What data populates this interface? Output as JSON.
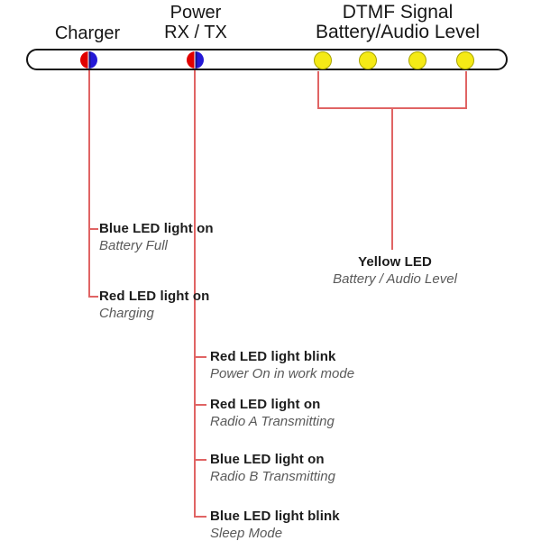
{
  "colors": {
    "line": "#e06464",
    "led_red": "#e00000",
    "led_blue": "#2418d6",
    "led_blue_dark": "#161288",
    "led_yellow": "#f5ea16",
    "led_yellow_border": "#a8a400",
    "bar_border": "#141414",
    "subtitle_text": "#5a5a5a"
  },
  "headers": {
    "charger": "Charger",
    "power": [
      "Power",
      "RX / TX"
    ],
    "dtmf": [
      "DTMF Signal",
      "Battery/Audio Level"
    ]
  },
  "leds": {
    "bicolor": [
      "charger-led",
      "power-rx-tx-led"
    ],
    "yellow_count": 4
  },
  "annotations": {
    "charger": [
      {
        "title": "Blue LED light on",
        "subtitle": "Battery Full"
      },
      {
        "title": "Red LED light on",
        "subtitle": "Charging"
      }
    ],
    "power": [
      {
        "title": "Red LED light blink",
        "subtitle": "Power On in work mode"
      },
      {
        "title": "Red LED light on",
        "subtitle": "Radio A Transmitting"
      },
      {
        "title": "Blue LED light on",
        "subtitle": "Radio B Transmitting"
      },
      {
        "title": "Blue LED light blink",
        "subtitle": "Sleep Mode"
      }
    ],
    "dtmf": {
      "title": "Yellow LED",
      "subtitle": "Battery / Audio Level"
    }
  }
}
